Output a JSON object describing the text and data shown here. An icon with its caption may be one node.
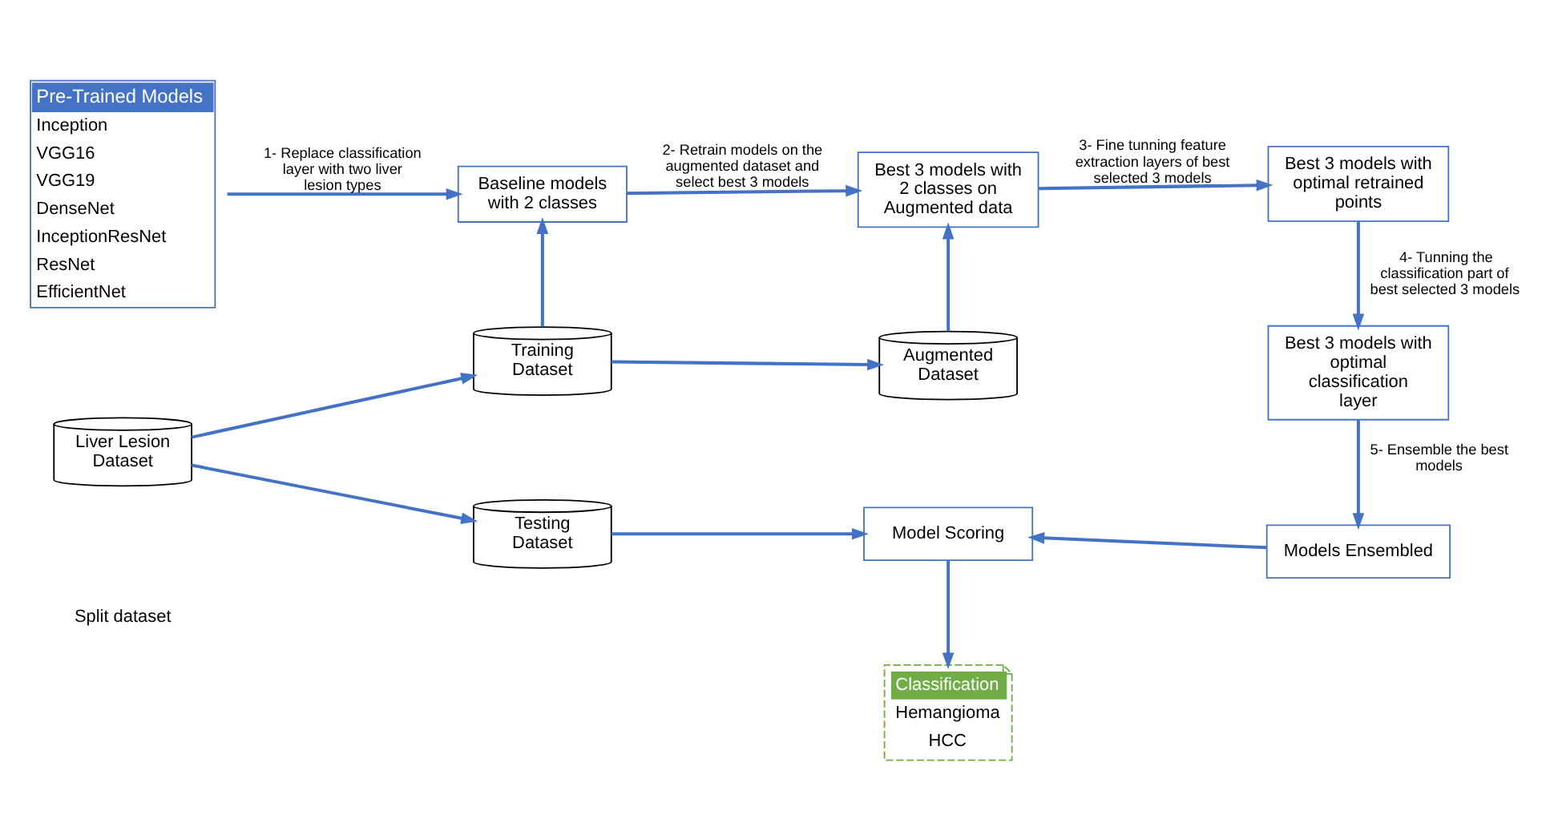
{
  "diagram": {
    "nodes": [
      {
        "text": [
          "Pre-Trained Models",
          "Inception",
          "VGG16",
          "VGG19",
          "DenseNet",
          "InceptionResNet",
          "ResNet",
          "EfficientNet"
        ]
      },
      {
        "text": [
          "Baseline models with 2 classes"
        ]
      },
      {
        "text": [
          "Best 3 models with 2 classes on Augmented data"
        ]
      },
      {
        "text": [
          "Best 3 models with optimal retrained points"
        ]
      },
      {
        "text": [
          "Training Dataset"
        ]
      },
      {
        "text": [
          "Augmented Dataset"
        ]
      },
      {
        "text": [
          "Best 3 models with optimal classification layer"
        ]
      },
      {
        "text": [
          "Liver Lesion Dataset"
        ]
      },
      {
        "text": [
          "Testing Dataset"
        ]
      },
      {
        "text": [
          "Model Scoring"
        ]
      },
      {
        "text": [
          "Models Ensembled"
        ]
      },
      {
        "text": [
          "Classification",
          "Hemangioma",
          "HCC"
        ]
      }
    ],
    "edges": [
      {
        "from": 0,
        "to": 1,
        "arrow": "to",
        "label": "1- Replace classification layer with two liver lesion types"
      },
      {
        "from": 1,
        "to": 2,
        "arrow": "to",
        "label": "2- Retrain models on the augmented dataset and select best 3 models"
      },
      {
        "from": 2,
        "to": 3,
        "arrow": "to",
        "label": "3- Fine tunning feature extraction layers of best selected 3 models"
      },
      {
        "from": 4,
        "to": 1,
        "arrow": "to"
      },
      {
        "from": 4,
        "to": 5,
        "arrow": "to"
      },
      {
        "from": 5,
        "to": 2,
        "arrow": "to"
      },
      {
        "from": 3,
        "to": 6,
        "arrow": "to",
        "label": "4- Tunning the classification part of best selected 3 models"
      },
      {
        "from": 7,
        "to": 4,
        "arrow": "to"
      },
      {
        "from": 7,
        "to": 8,
        "arrow": "to"
      },
      {
        "from": 6,
        "to": 10,
        "arrow": "to",
        "label": "5- Ensemble the best models"
      },
      {
        "from": 8,
        "to": 9,
        "arrow": "to"
      },
      {
        "from": 10,
        "to": 9,
        "arrow": "to"
      },
      {
        "from": 9,
        "to": 11,
        "arrow": "to"
      }
    ],
    "labels": [
      "Split dataset"
    ]
  }
}
